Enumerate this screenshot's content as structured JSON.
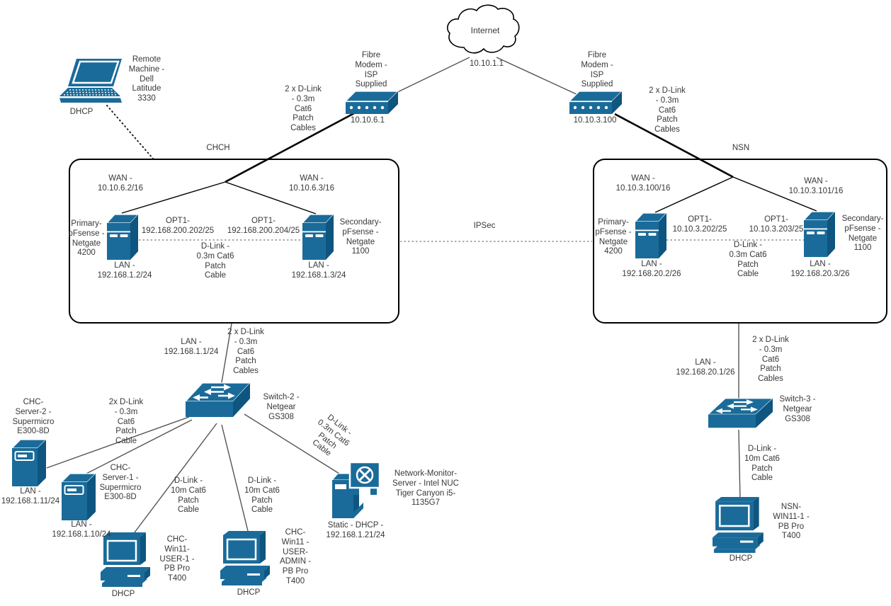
{
  "colors": {
    "device_blue": "#1a6b99",
    "device_dark": "#0e5580",
    "edge_gray": "#545454",
    "dotted_gray": "#8f8f8f",
    "box_border": "#000000"
  },
  "internet": {
    "label": "Internet",
    "ip": "10.10.1.1"
  },
  "remote": {
    "label": "Remote\nMachine -\nDell\nLatitude\n3330",
    "ip": "DHCP"
  },
  "modems": {
    "chch": {
      "label": "Fibre\nModem -\nISP\nSupplied",
      "ip": "10.10.6.1",
      "cable": "2 x D-Link\n- 0.3m\nCat6\nPatch\nCables"
    },
    "nsn": {
      "label": "Fibre\nModem -\nISP\nSupplied",
      "ip": "10.10.3.100",
      "cable": "2 x D-Link\n- 0.3m\nCat6\nPatch\nCables"
    }
  },
  "ipsec_label": "IPSec",
  "chch": {
    "title": "CHCH",
    "primary": {
      "label": "Primary-\npFsense -\nNetgate\n4200",
      "wan": "WAN -\n10.10.6.2/16",
      "opt1": "OPT1-\n192.168.200.202/25",
      "lan": "LAN -\n192.168.1.2/24"
    },
    "secondary": {
      "label": "Secondary-\npFsense -\nNetgate\n1100",
      "wan": "WAN -\n10.10.6.3/16",
      "opt1": "OPT1-\n192.168.200.204/25",
      "lan": "LAN -\n192.168.1.3/24"
    },
    "sync_cable": "D-Link -\n0.3m Cat6\nPatch\nCable",
    "lan_gateway": "LAN -\n192.168.1.1/24",
    "switch_cables": "2 x D-Link\n- 0.3m\nCat6\nPatch\nCables",
    "switch": {
      "label": "Switch-2 -\nNetgear\nGS308"
    },
    "server2": {
      "label": "CHC-\nServer-2 -\nSupermicro\nE300-8D",
      "lan": "LAN -\n192.168.1.11/24"
    },
    "server1": {
      "label": "CHC-\nServer-1 -\nSupermicro\nE300-8D",
      "lan": "LAN -\n192.168.1.10/24"
    },
    "servers_cable": "2x D-Link\n- 0.3m\nCat6\nPatch\nCable",
    "user1": {
      "cable": "D-Link -\n10m Cat6\nPatch\nCable",
      "label": "CHC-\nWin11-\nUSER-1 -\nPB Pro\nT400",
      "ip": "DHCP"
    },
    "admin": {
      "cable": "D-Link -\n10m Cat6\nPatch\nCable",
      "label": "CHC-\nWin11 -\nUSER-\nADMIN -\nPB Pro\nT400",
      "ip": "DHCP"
    },
    "monitor": {
      "cable": "D-Link -\n0.3m Cat6\nPatch\nCable",
      "label": "Network-Monitor-\nServer - Intel NUC\nTiger Canyon i5-\n1135G7",
      "ip": "Static - DHCP -\n192.168.1.21/24"
    }
  },
  "nsn": {
    "title": "NSN",
    "primary": {
      "label": "Primary-\npFsense -\nNetgate\n4200",
      "wan": "WAN -\n10.10.3.100/16",
      "opt1": "OPT1-\n10.10.3.202/25",
      "lan": "LAN -\n192.168.20.2/26"
    },
    "secondary": {
      "label": "Secondary-\npFsense -\nNetgate\n1100",
      "wan": "WAN -\n10.10.3.101/16",
      "opt1": "OPT1-\n10.10.3.203/25",
      "lan": "LAN -\n192.168.20.3/26"
    },
    "sync_cable": "D-Link -\n0.3m Cat6\nPatch\nCable",
    "lan_gateway": "LAN -\n192.168.20.1/26",
    "switch_cables": "2 x D-Link\n- 0.3m\nCat6\nPatch\nCables",
    "switch": {
      "label": "Switch-3 -\nNetgear\nGS308"
    },
    "ws": {
      "cable": "D-Link -\n10m Cat6\nPatch\nCable",
      "label": "NSN-\nWIN11-1 -\nPB Pro\nT400",
      "ip": "DHCP"
    }
  }
}
